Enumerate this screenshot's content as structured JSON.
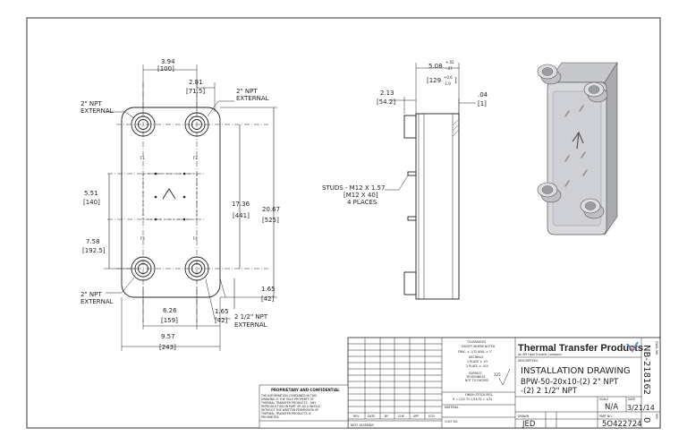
{
  "front_view": {
    "dim_top_width": "3.94",
    "dim_top_width_mm": "[100]",
    "dim_top_offset": "2.81",
    "dim_top_offset_mm": "[71.5]",
    "label_top_left_port": "2\" NPT",
    "label_top_left_port2": "EXTERNAL",
    "label_top_right_port": "2\" NPT",
    "label_top_right_port2": "EXTERNAL",
    "port_f1": "F1",
    "port_f2": "F2",
    "port_f3": "F3",
    "port_f4": "F4",
    "dim_mid_left": "5.51",
    "dim_mid_left_mm": "[140]",
    "dim_lower_left": "7.58",
    "dim_lower_left_mm": "[192.5]",
    "dim_inner_height": "17.36",
    "dim_inner_height_mm": "[441]",
    "dim_total_height": "20.67",
    "dim_total_height_mm": "[525]",
    "dim_bottom_right": "1.65",
    "dim_bottom_right_mm": "[42]",
    "dim_bottom_side": "1.65",
    "dim_bottom_side_mm": "[42]",
    "dim_bottom_inner": "6.26",
    "dim_bottom_inner_mm": "[159]",
    "dim_bottom_total": "9.57",
    "dim_bottom_total_mm": "[243]",
    "label_bottom_left_port": "2\" NPT",
    "label_bottom_left_port2": "EXTERNAL",
    "label_bottom_right_port": "2 1/2\" NPT",
    "label_bottom_right_port2": "EXTERNAL"
  },
  "side_view": {
    "dim_depth": "5.08",
    "dim_depth_tol_plus": "+.02",
    "dim_depth_tol_minus": "-.07",
    "dim_depth_mm": "[129",
    "dim_depth_mm_tol_plus": "+0.6",
    "dim_depth_mm_tol_minus": "-1.9",
    "dim_depth_mm_close": "]",
    "dim_stud": "2.13",
    "dim_stud_mm": "[54.2]",
    "dim_gap": ".04",
    "dim_gap_mm": "[1]",
    "studs_line1": "STUDS - M12 X 1.57",
    "studs_line2": "[M12 X 40]",
    "studs_line3": "4 PLACES"
  },
  "title_block": {
    "tolerances_line1": "TOLERANCES",
    "tolerances_line2": "EXCEPT WHERE NOTED",
    "tolerances_line3": "FRAC. ± 1/32  ANG. ± 1°",
    "tolerances_line4": "DECIMALS",
    "tolerances_line5": "1 PLACE ± .03",
    "tolerances_line6": "2 PLACE ± .010",
    "surface_line1": "SURFACE",
    "surface_line2": "ROUGHNESS",
    "surface_line3": "NOT TO EXCEED",
    "surface_value": "125",
    "finish_line1": "FINISH STOCK REQ.",
    "finish_line2": "R = 1/32 TO 1/16 FS = 1/32",
    "material_label": "MATERIAL",
    "cust_label": "CUST NO.",
    "next_assy_label": "NEXT ASSEMBLY",
    "rev_headers": [
      "REV",
      "DATE",
      "BY",
      "CHK",
      "APP",
      "ECN"
    ],
    "proprietary_title": "PROPRIETARY AND CONFIDENTIAL",
    "proprietary_lines": [
      "THE INFORMATION CONTAINED IN THIS",
      "DRAWING IS THE SOLE PROPERTY OF",
      "THERMAL TRANSFER PRODUCTS . ANY",
      "REPRODUCTION IN PART OR AS A WHOLE",
      "WITHOUT THE WRITTEN PERMISSION OF",
      "THERMAL TRANSFER PRODUCTS IS",
      "PROHIBITED."
    ],
    "company_name": "Thermal Transfer Products",
    "company_sub": "An API Heat Transfer Company",
    "description_label": "DESCRIPTION",
    "description_line1": "INSTALLATION DRAWING",
    "description_line2": "BPW-50-20x10-(2) 2\" NPT",
    "description_line3": "-(2) 2 1/2\" NPT",
    "scale_label": "SCALE",
    "scale_value": "N/A",
    "date_label": "DATE",
    "date_value": "3/21/14",
    "drawn_label": "DRAWN",
    "drawn_value": "JED",
    "part_label": "PART NO.",
    "part_value": "5O422724",
    "dwg_label": "DWG. NO.",
    "dwg_value": "NB-218162",
    "rev_label": "REV",
    "rev_value": "0"
  }
}
